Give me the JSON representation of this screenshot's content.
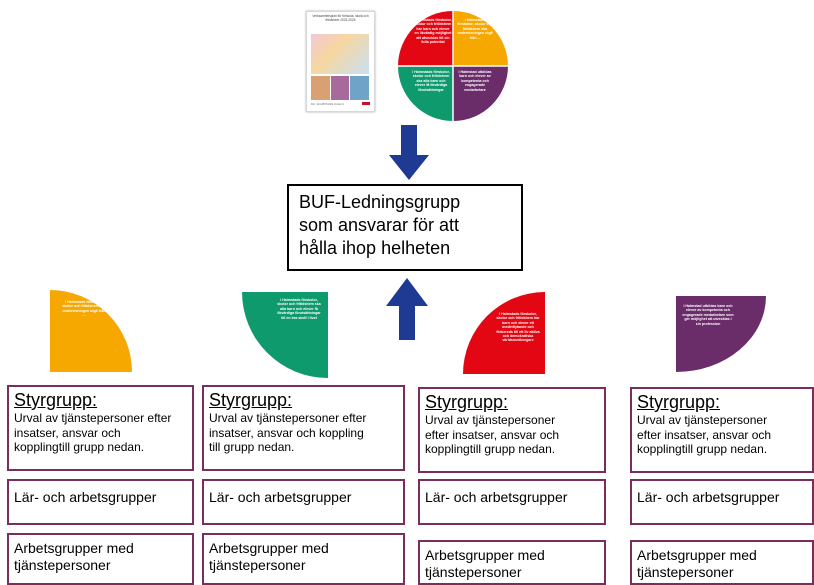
{
  "document": {
    "title": "Verksamhetsplan för förskola, skola och fritidshem 2023-2026",
    "footer": "Dnr: 123-4567/2022 Version 1",
    "logo": "Linköpings kommun"
  },
  "pie": {
    "quadrants": [
      {
        "color": "#e30613",
        "text": "I Halmstads förskolor, skolor och fritidshem har barn och elever en likvärdig möjlighet att utvecklas till sin fulla potential"
      },
      {
        "color": "#f6a800",
        "text": "I Halmstads förskolor, skolor och fritidshem ska undervisningen utgå från ..."
      },
      {
        "color": "#0f9a6e",
        "text": "I Halmstads förskolor, skolor och fritidshem ska alla barn och elever få likvärdiga förutsättningar"
      },
      {
        "color": "#6b2c6a",
        "text": "I Halmstad utbildas barn och elever av kompetenta och engagerade medarbetare"
      }
    ]
  },
  "center_box": {
    "lines": [
      "BUF-Ledningsgrupp",
      "som ansvarar för att",
      "hålla ihop helheten"
    ]
  },
  "fragments": [
    {
      "color": "#f6a800",
      "text": "I Halmstads förskolor, skolor och fritidshem ska undervisningen utgå från ..."
    },
    {
      "color": "#0f9a6e",
      "text": "I Halmstads förskolor, skolor och fritidshem ska alla barn och elever få likvärdiga förutsättningar till en bra skolf i livet"
    },
    {
      "color": "#e30613",
      "text": "I Halmstads förskolor, skolor och fritidshem har barn och elever ett medinflytande och förbereds till ett liv aktiva och demokratiska världsmedborgare"
    },
    {
      "color": "#6b2c6a",
      "text": "I Halmstad utbildas barn och elever av kompetenta och engagerade medarbetare som ger möjlighet att utvecklas i sin profession"
    }
  ],
  "groups": [
    {
      "styr_title": "Styrgrupp:",
      "styr_desc": [
        "Urval av tjänstepersoner efter",
        "insatser, ansvar och",
        "kopplingtill grupp nedan."
      ],
      "lar": "Lär- och arbetsgrupper",
      "arb": [
        "Arbetsgrupper med",
        "tjänstepersoner"
      ]
    },
    {
      "styr_title": "Styrgrupp:",
      "styr_desc": [
        "Urval av tjänstepersoner efter",
        "insatser, ansvar och koppling",
        "till grupp nedan."
      ],
      "lar": "Lär- och arbetsgrupper",
      "arb": [
        "Arbetsgrupper med",
        "tjänstepersoner"
      ]
    },
    {
      "styr_title": "Styrgrupp:",
      "styr_desc": [
        "Urval av tjänstepersoner",
        "efter insatser, ansvar och",
        "kopplingtill grupp nedan."
      ],
      "lar": "Lär- och arbetsgrupper",
      "arb": [
        "Arbetsgrupper med",
        "tjänstepersoner"
      ]
    },
    {
      "styr_title": "Styrgrupp:",
      "styr_desc": [
        "Urval av tjänstepersoner",
        "efter insatser, ansvar och",
        "kopplingtill grupp nedan."
      ],
      "lar": "Lär- och arbetsgrupper",
      "arb": [
        "Arbetsgrupper med",
        "tjänstepersoner"
      ]
    }
  ],
  "colors": {
    "arrow": "#1f3a93",
    "border_purple": "#7b2d5e"
  }
}
